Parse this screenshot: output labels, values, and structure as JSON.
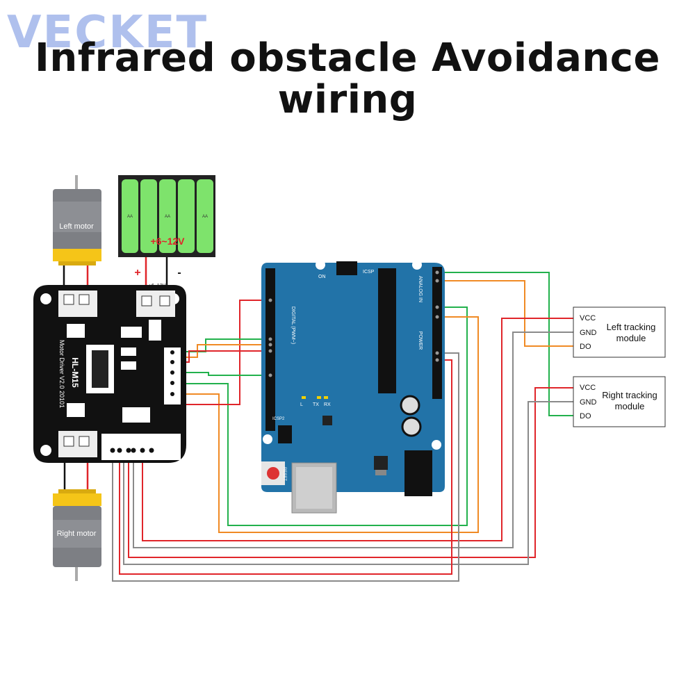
{
  "watermark": "VECKET",
  "title": {
    "line1": "Infrared obstacle Avoidance",
    "line2": "wiring"
  },
  "motors": {
    "left": "Left motor",
    "right": "Right motor"
  },
  "battery": {
    "voltage": "+6~12V",
    "plus": "+",
    "minus": "-",
    "cell": "AA"
  },
  "modules": {
    "left": {
      "line1": "Left tracking",
      "line2": "module",
      "pins": [
        "VCC",
        "GND",
        "DO"
      ]
    },
    "right": {
      "line1": "Right tracking",
      "line2": "module",
      "pins": [
        "VCC",
        "GND",
        "DO"
      ]
    }
  },
  "arduino": {
    "reset": "RESET",
    "icsp": "ICSP",
    "icsp2": "ICSP2",
    "digital": "DIGITAL (PWM~)",
    "analog": "ANALOG IN",
    "power": "POWER",
    "tx": "TX",
    "rx": "RX",
    "l": "L",
    "on": "ON"
  },
  "driver": {
    "name": "HL-M15",
    "version": "Motor Driver V2.0 20101",
    "supply": "+6~12V"
  },
  "colors": {
    "red": "#e0252a",
    "orange": "#f08a24",
    "green": "#22b14c",
    "gray": "#8a8a8a",
    "board": "#2273a8",
    "battery": "#7ee36c"
  }
}
